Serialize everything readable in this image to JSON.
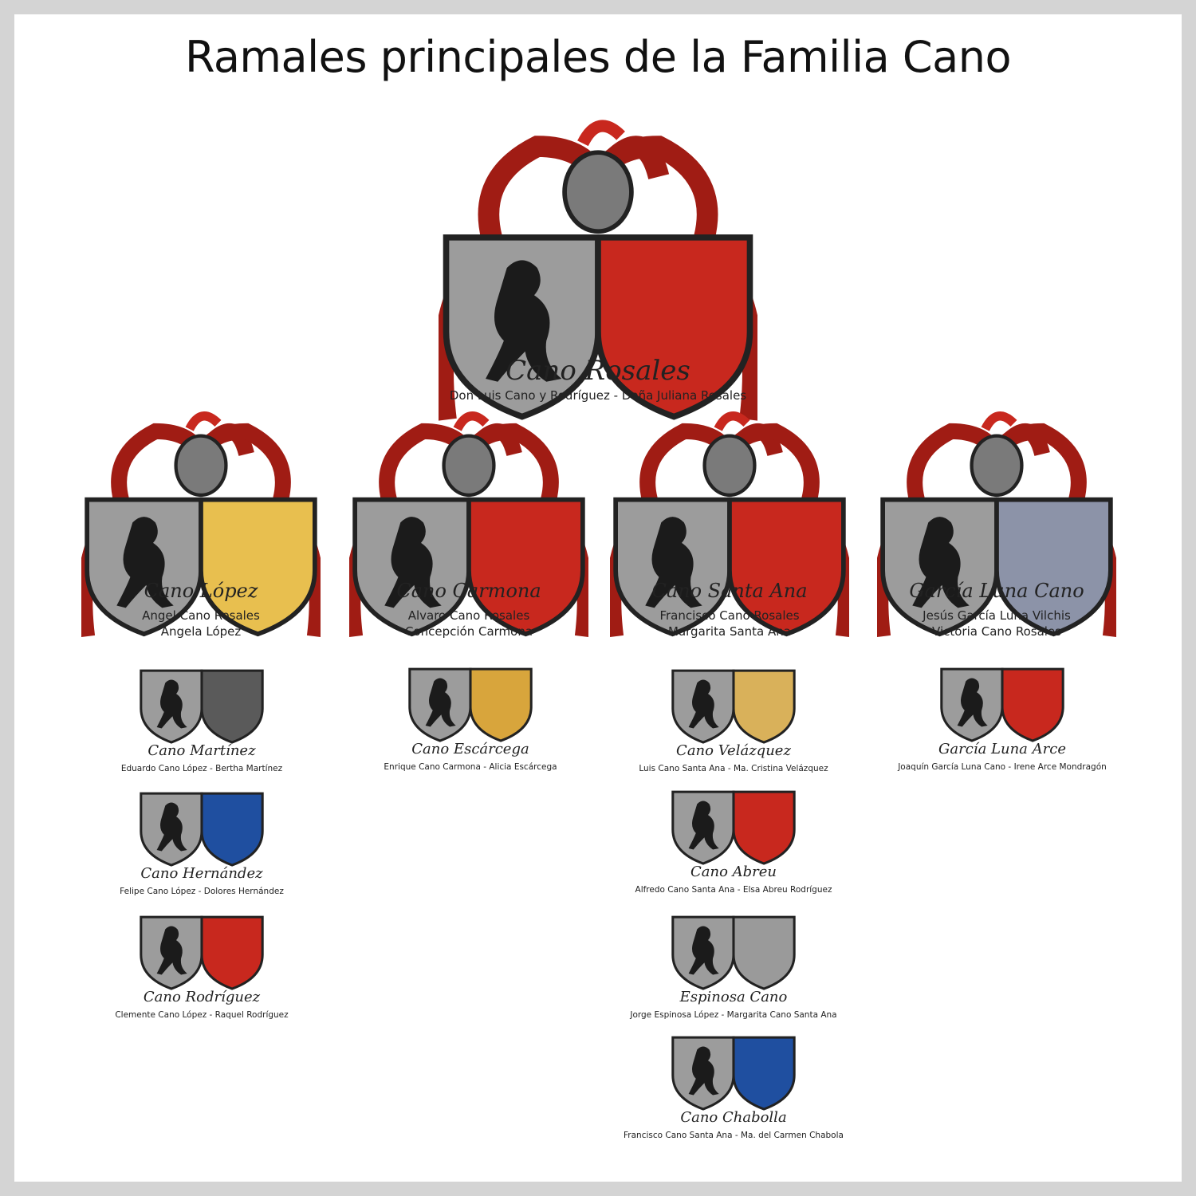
{
  "title": "Ramales principales de la Familia Cano",
  "root": {
    "surname": "Cano  Rosales",
    "couple": "Don Luis Cano y Rodríguez  -  Doña Juliana Rosales",
    "right_color": "#c8281e"
  },
  "branches": [
    {
      "surname": "Cano  López",
      "husband": "Angel Cano Rosales",
      "wife": "Angela López",
      "right_color": "#e8bf4f"
    },
    {
      "surname": "Cano  Carmona",
      "husband": "Alvaro Cano Rosales",
      "wife": "Concepción Carmona",
      "right_color": "#c8281e"
    },
    {
      "surname": "Cano  Santa Ana",
      "husband": "Francisco Cano Rosales",
      "wife": "Margarita Santa Ana",
      "right_color": "#c8281e"
    },
    {
      "surname": "García Luna  Cano",
      "husband": "Jesús García Luna Vilchis",
      "wife": "Victoria Cano Rosales",
      "right_color": "#8c93a8"
    }
  ],
  "sub_branches": [
    {
      "surname": "Cano  Martínez",
      "couple": "Eduardo Cano López  -  Bertha Martínez",
      "right_color": "#5a5a5a"
    },
    {
      "surname": "Cano  Hernández",
      "couple": "Felipe Cano López  -  Dolores Hernández",
      "right_color": "#1f4fa0"
    },
    {
      "surname": "Cano  Rodríguez",
      "couple": "Clemente Cano López  -  Raquel Rodríguez",
      "right_color": "#c8281e"
    },
    {
      "surname": "Cano  Escárcega",
      "couple": "Enrique Cano Carmona  -  Alicia Escárcega",
      "right_color": "#d8a53c"
    },
    {
      "surname": "Cano  Velázquez",
      "couple": "Luis Cano Santa Ana  -  Ma. Cristina Velázquez",
      "right_color": "#d9b15a"
    },
    {
      "surname": "Cano  Abreu",
      "couple": "Alfredo Cano Santa Ana  -  Elsa Abreu Rodríguez",
      "right_color": "#c8281e"
    },
    {
      "surname": "Espinosa  Cano",
      "couple": "Jorge Espinosa López  -  Margarita Cano Santa Ana",
      "right_color": "#9a9a9a"
    },
    {
      "surname": "Cano  Chabolla",
      "couple": "Francisco Cano Santa Ana  -  Ma. del Carmen Chabola",
      "right_color": "#1f4fa0"
    },
    {
      "surname": "García Luna  Arce",
      "couple": "Joaquín García Luna Cano  -  Irene Arce Mondragón",
      "right_color": "#c8281e"
    }
  ]
}
